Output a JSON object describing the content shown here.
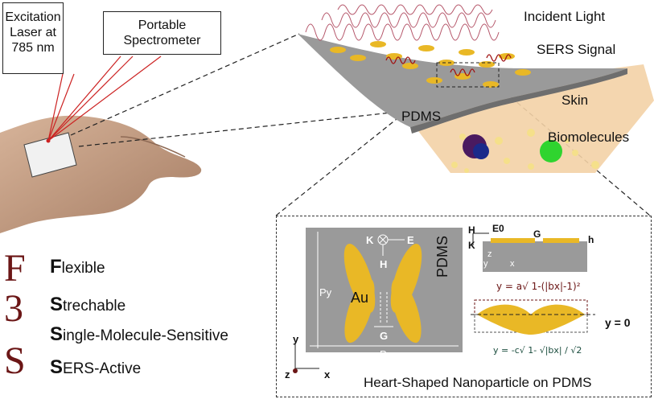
{
  "left": {
    "laser_label": "Excitation Laser at 785 nm",
    "spectrometer_label": "Portable Spectrometer"
  },
  "top_right": {
    "incident_light": "Incident Light",
    "sers_signal": "SERS Signal",
    "skin": "Skin",
    "pdms": "PDMS",
    "biomolecules": "Biomolecules"
  },
  "f3s": {
    "big_letters": [
      "F",
      "3",
      "S"
    ],
    "items": [
      {
        "initial": "F",
        "rest": "lexible"
      },
      {
        "initial": "S",
        "rest": "trechable"
      },
      {
        "initial": "S",
        "rest": "ingle-Molecule-Sensitive"
      },
      {
        "initial": "S",
        "rest": "ERS-Active"
      }
    ]
  },
  "inset": {
    "caption": "Heart-Shaped Nanoparticle on PDMS",
    "pdms_label": "PDMS",
    "au_label": "Au",
    "k_label": "K",
    "e_label": "E",
    "h_label": "H",
    "g_label": "G",
    "py_label": "Py",
    "px_label": "Px",
    "axis_y": "y",
    "axis_z": "z",
    "axis_x": "x",
    "side_h": "H",
    "side_e0": "E0",
    "side_k": "K",
    "side_g": "G",
    "side_hh": "h",
    "side_z": "z",
    "side_y": "y",
    "side_x": "x",
    "eq_top": "y = a√ 1-(|bx|-1)²",
    "eq_bottom": "y = -c√ 1- √|bx| / √2",
    "eq_zero": "y = 0"
  },
  "colors": {
    "gold": "#e9b826",
    "gray_panel": "#9a9a9a",
    "dark_red": "#6b1616",
    "skin": "#f3d2a6",
    "sine": "#b5566a"
  }
}
